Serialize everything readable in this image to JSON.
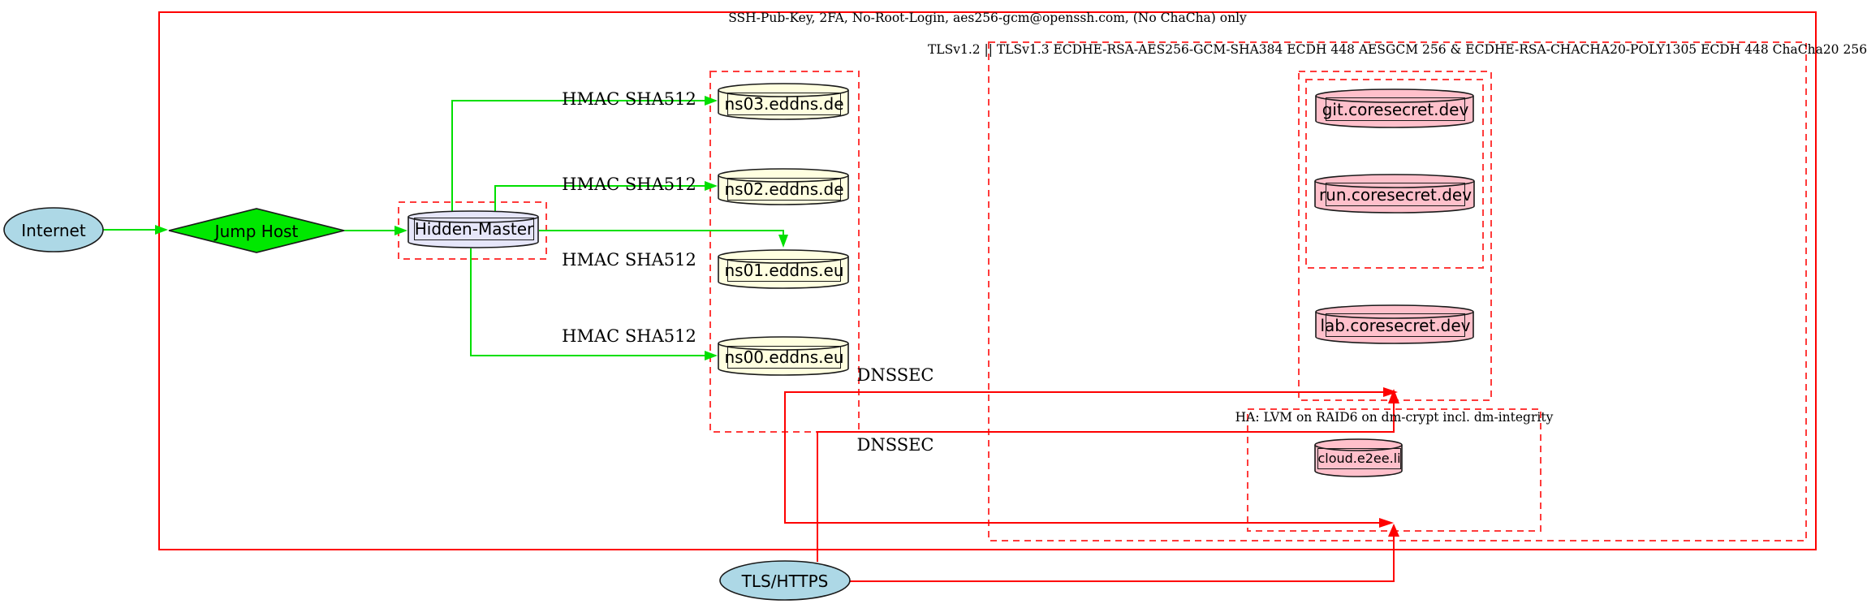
{
  "diagram": {
    "background": "#ffffff",
    "colors": {
      "cluster_solid_border": "#fe0000",
      "cluster_dashed_border": "#ff3b3b",
      "edge_green": "#00df00",
      "edge_red": "#fe0000",
      "node_border": "#1a1a1a",
      "fill_lightblue": "#add8e6",
      "fill_green": "#00e800",
      "fill_lavender": "#e6e6fa",
      "fill_lightyellow": "#ffffe0",
      "fill_pink": "#ffc0cb"
    },
    "clusters": {
      "ssh_hardening": {
        "label": "SSH-Pub-Key, 2FA, No-Root-Login, aes256-gcm@openssh.com, (No ChaCha) only",
        "border": "solid"
      },
      "tls_policy": {
        "label": "TLSv1.2 || TLSv1.3 ECDHE-RSA-AES256-GCM-SHA384 ECDH 448 AESGCM 256 & ECDHE-RSA-CHACHA20-POLY1305 ECDH 448 ChaCha20 256",
        "border": "dashed"
      },
      "ha_storage": {
        "label": "HA: LVM on RAID6 on dm-crypt incl. dm-integrity",
        "border": "dashed"
      },
      "hidden_master_box": {
        "label": "",
        "border": "dashed"
      },
      "dns_slaves_box": {
        "label": "",
        "border": "dashed"
      },
      "coresecret_outer_box": {
        "label": "",
        "border": "dashed"
      },
      "coresecret_inner_box": {
        "label": "",
        "border": "dashed"
      }
    },
    "nodes": {
      "internet": {
        "label": "Internet",
        "shape": "ellipse",
        "fill": "#add8e6"
      },
      "jump_host": {
        "label": "Jump Host",
        "shape": "diamond",
        "fill": "#00e800"
      },
      "hidden_master": {
        "label": "Hidden-Master",
        "shape": "cylinder",
        "fill": "#e6e6fa"
      },
      "ns03": {
        "label": "ns03.eddns.de",
        "shape": "cylinder",
        "fill": "#ffffe0"
      },
      "ns02": {
        "label": "ns02.eddns.de",
        "shape": "cylinder",
        "fill": "#ffffe0"
      },
      "ns01": {
        "label": "ns01.eddns.eu",
        "shape": "cylinder",
        "fill": "#ffffe0"
      },
      "ns00": {
        "label": "ns00.eddns.eu",
        "shape": "cylinder",
        "fill": "#ffffe0"
      },
      "git": {
        "label": "git.coresecret.dev",
        "shape": "cylinder",
        "fill": "#ffc0cb"
      },
      "run": {
        "label": "run.coresecret.dev",
        "shape": "cylinder",
        "fill": "#ffc0cb"
      },
      "lab": {
        "label": "lab.coresecret.dev",
        "shape": "cylinder",
        "fill": "#ffc0cb"
      },
      "cloud": {
        "label": "cloud.e2ee.li",
        "shape": "cylinder",
        "fill": "#ffc0cb"
      },
      "tls_https": {
        "label": "TLS/HTTPS",
        "shape": "ellipse",
        "fill": "#add8e6"
      }
    },
    "edge_labels": {
      "hmac_ns03": "HMAC SHA512",
      "hmac_ns02": "HMAC SHA512",
      "hmac_ns01": "HMAC SHA512",
      "hmac_ns00": "HMAC SHA512",
      "dnssec_upper": "DNSSEC",
      "dnssec_lower": "DNSSEC"
    },
    "edges": [
      {
        "from": "internet",
        "to": "jump_host",
        "color": "green",
        "label": ""
      },
      {
        "from": "jump_host",
        "to": "hidden_master",
        "color": "green",
        "label": ""
      },
      {
        "from": "hidden_master",
        "to": "ns03",
        "color": "green",
        "label": "HMAC SHA512"
      },
      {
        "from": "hidden_master",
        "to": "ns02",
        "color": "green",
        "label": "HMAC SHA512"
      },
      {
        "from": "hidden_master",
        "to": "ns01",
        "color": "green",
        "label": "HMAC SHA512"
      },
      {
        "from": "hidden_master",
        "to": "ns00",
        "color": "green",
        "label": "HMAC SHA512"
      },
      {
        "from": "dns_slaves_box",
        "to": "coresecret_outer_box",
        "color": "red",
        "label": "DNSSEC"
      },
      {
        "from": "dns_slaves_box",
        "to": "ha_storage",
        "color": "red",
        "label": "DNSSEC"
      },
      {
        "from": "tls_https",
        "to": "coresecret_outer_box",
        "color": "red",
        "label": ""
      },
      {
        "from": "tls_https",
        "to": "ha_storage",
        "color": "red",
        "label": ""
      }
    ]
  }
}
